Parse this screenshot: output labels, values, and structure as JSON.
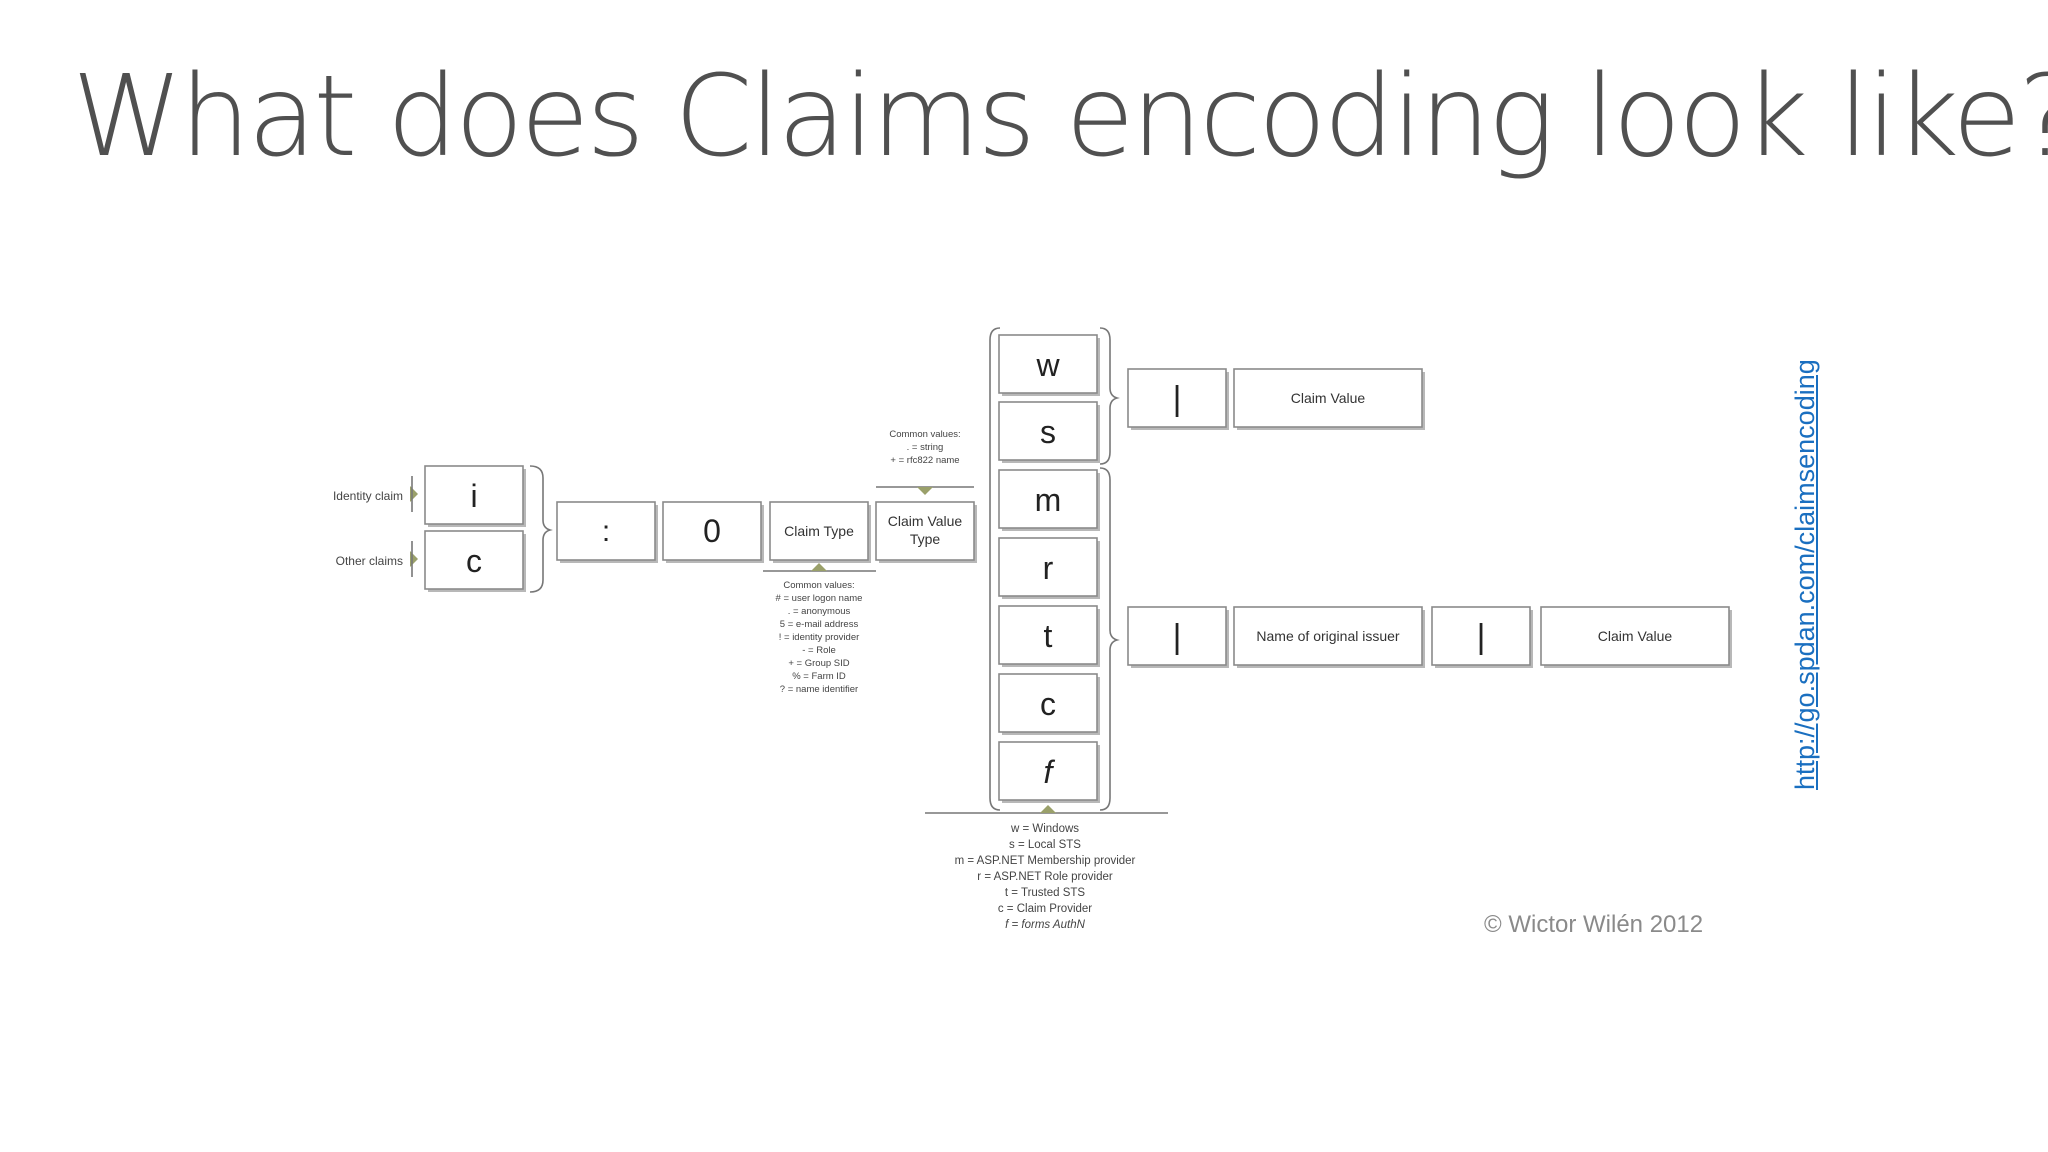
{
  "slide": {
    "title": "What does Claims encoding look like?",
    "link": "http://go.spdan.com/claimsencoding",
    "copyright": "© Wictor Wilén 2012"
  },
  "diagram": {
    "claim_kind": {
      "identity_label": "Identity claim",
      "other_label": "Other claims",
      "identity_char": "i",
      "other_char": "c"
    },
    "colon": ":",
    "zero": "0",
    "claim_type": "Claim Type",
    "claim_value_type": [
      "Claim Value",
      "Type"
    ],
    "value_type_notes": [
      "Common values:",
      ". = string",
      "+ = rfc822 name"
    ],
    "claim_type_notes": [
      "Common values:",
      "# = user logon name",
      ". = anonymous",
      "5 = e-mail address",
      "! = identity provider",
      "- = Role",
      "+ = Group SID",
      "% = Farm ID",
      "? = name identifier"
    ],
    "issuer_chars": [
      "w",
      "s",
      "m",
      "r",
      "t",
      "c",
      "f"
    ],
    "issuer_notes": [
      "w = Windows",
      "s = Local STS",
      "m = ASP.NET Membership provider",
      "r = ASP.NET Role provider",
      "t = Trusted STS",
      "c = Claim Provider",
      "f = forms AuthN"
    ],
    "top_row": {
      "pipe": "|",
      "value": "Claim Value"
    },
    "bottom_row": {
      "pipe1": "|",
      "issuer": "Name of original issuer",
      "pipe2": "|",
      "value": "Claim Value"
    }
  }
}
